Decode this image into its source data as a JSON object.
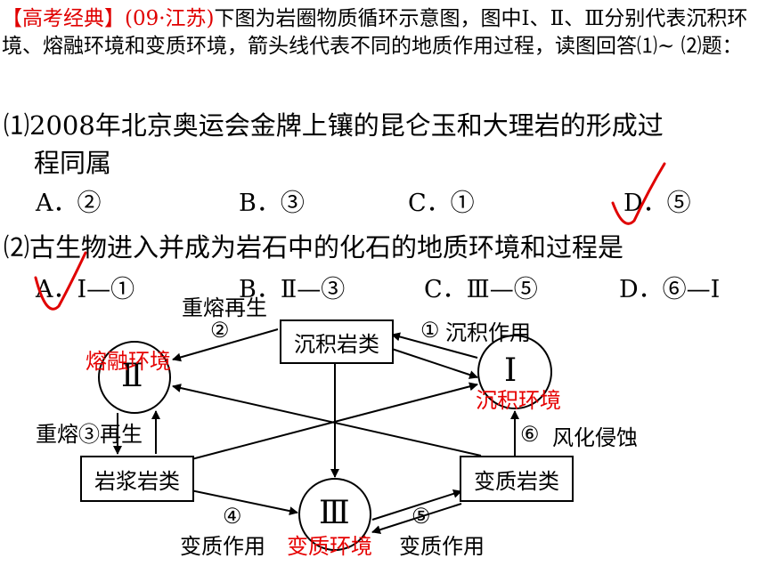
{
  "intro": {
    "tag": "【高考经典】(09·江苏)",
    "text": "下图为岩圈物质循环示意图，图中Ⅰ、Ⅱ、Ⅲ分别代表沉积环境、熔融环境和变质环境，箭头线代表不同的地质作用过程，读图回答⑴~ ⑵题："
  },
  "q1": {
    "line1": "⑴2008年北京奥运会金牌上镶的昆仑玉和大理岩的形成过",
    "line2": "程同属",
    "options": [
      "A．②",
      "B．③",
      "C．①",
      "D．⑤"
    ]
  },
  "q2": {
    "text": "⑵古生物进入并成为岩石中的化石的地质环境和过程是",
    "options": [
      "A．Ⅰ—①",
      "B．Ⅱ—③",
      "C．Ⅲ—⑤",
      "D．⑥—Ⅰ"
    ]
  },
  "diagram": {
    "boxes": {
      "sedimentary": "沉积岩类",
      "magmatic": "岩浆岩类",
      "metamorphic": "变质岩类"
    },
    "circles": {
      "I": "Ⅰ",
      "II": "Ⅱ",
      "III": "Ⅲ"
    },
    "labels": {
      "remelt_top": "重熔再生",
      "num2": "②",
      "num1": "①",
      "sediment_action": "沉积作用",
      "remelt_left": "重熔③再生",
      "num6": "⑥",
      "weathering": "风化侵蚀",
      "num4": "④",
      "num5": "⑤",
      "meta_action_left": "变质作用",
      "meta_action_right": "变质作用"
    },
    "red_labels": {
      "melting_env": "熔融环境",
      "sediment_env": "沉积环境",
      "meta_env": "变质环境"
    }
  }
}
